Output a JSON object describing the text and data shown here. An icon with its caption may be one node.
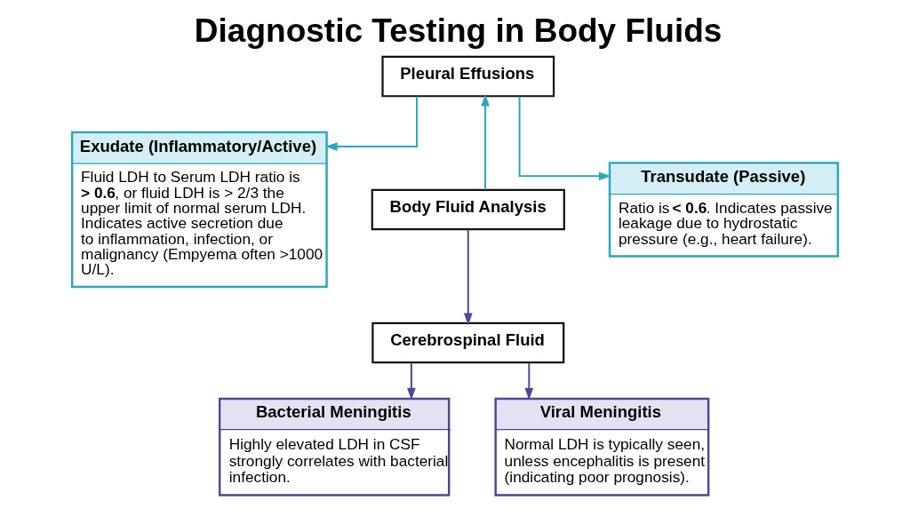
{
  "diagram": {
    "title": "Diagnostic Testing in Body Fluids",
    "nodes": [
      {
        "text": [
          "Pleural Effusions"
        ]
      },
      {
        "text": [
          "Exudate (Inflammatory/Active)",
          "Fluid LDH to Serum LDH ratio is **> 0.6**, or fluid LDH is > 2/3 the upper limit of normal serum LDH. Indicates active secretion due to inflammation, infection, or malignancy (Empyema often >1000 U/L)."
        ]
      },
      {
        "text": [
          "Transudate (Passive)",
          "Ratio is **< 0.6**. Indicates passive leakage due to hydrostatic pressure (e.g., heart failure)."
        ]
      },
      {
        "text": [
          "Body Fluid Analysis"
        ]
      },
      {
        "text": [
          "Cerebrospinal Fluid"
        ]
      },
      {
        "text": [
          "Bacterial Meningitis",
          "Highly elevated LDH in CSF strongly correlates with bacterial infection."
        ]
      },
      {
        "text": [
          "Viral Meningitis",
          "Normal LDH is typically seen, unless encephalitis is present (indicating poor prognosis)."
        ]
      }
    ],
    "edges": [
      {
        "from": 3,
        "to": 0,
        "arrow": "to",
        "color": "#2aa6c0"
      },
      {
        "from": 0,
        "to": 1,
        "arrow": "to",
        "color": "#2aa6c0"
      },
      {
        "from": 0,
        "to": 2,
        "arrow": "to",
        "color": "#2aa6c0"
      },
      {
        "from": 3,
        "to": 4,
        "arrow": "to",
        "color": "#4a4a96"
      },
      {
        "from": 4,
        "to": 5,
        "arrow": "to",
        "color": "#4a4a96"
      },
      {
        "from": 4,
        "to": 6,
        "arrow": "to",
        "color": "#4a4a96"
      }
    ]
  }
}
